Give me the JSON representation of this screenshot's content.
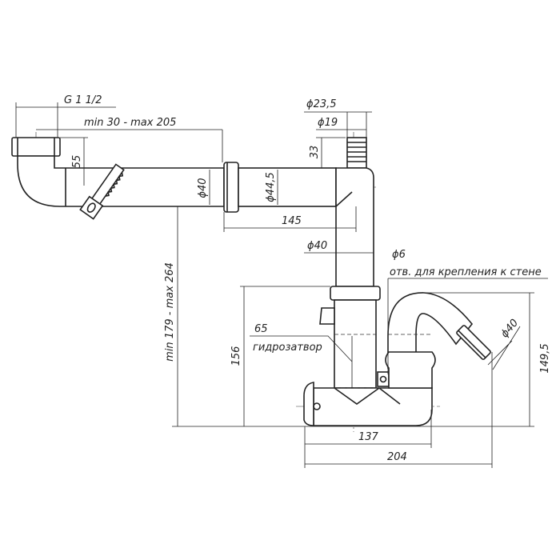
{
  "title": "Сифон — габаритный чертёж",
  "dimensions": {
    "thread": "G 1 1/2",
    "horizontal_range": "min 30 - max 205",
    "elbow_height": "55",
    "pipe_dia": "ϕ40",
    "sleeve_dia": "ϕ44,5",
    "sleeve_length": "145",
    "nipple_outer_dia": "ϕ23,5",
    "nipple_inner_dia": "ϕ19",
    "nipple_height": "33",
    "riser_dia": "ϕ40",
    "hole_dia": "ϕ6",
    "hole_note": "отв. для крепления к стене",
    "seal_value": "65",
    "seal_label": "гидрозатвор",
    "body_height": "156",
    "vertical_range": "min 179 - max 264",
    "outlet_height": "149,5",
    "outlet_dia": "ϕ40",
    "trap_width": "137",
    "overall_width": "204"
  }
}
